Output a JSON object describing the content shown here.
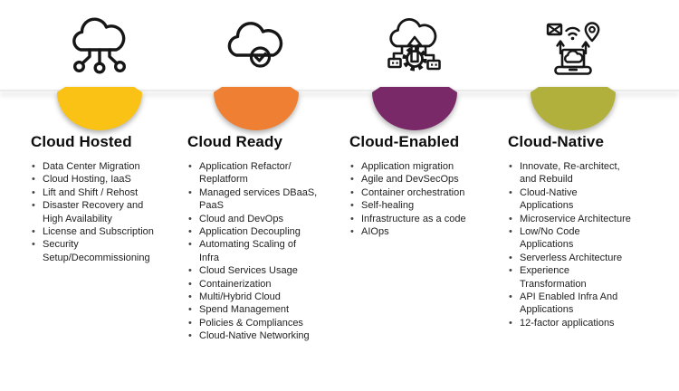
{
  "styles": {
    "background": "#ffffff",
    "shelf_line_color": "#ebebeb",
    "icon_stroke_color": "#161616",
    "title_color": "#0d0d0d",
    "body_text_color": "#222222"
  },
  "columns": [
    {
      "id": "cloud-hosted",
      "title": "Cloud Hosted",
      "accent_color": "#F9C214",
      "icon": "cloud-network-icon",
      "items": [
        "Data Center Migration",
        "Cloud Hosting, IaaS",
        "Lift and Shift / Rehost",
        "Disaster Recovery and\nHigh Availability",
        "License and Subscription",
        "Security\nSetup/Decommissioning"
      ]
    },
    {
      "id": "cloud-ready",
      "title": "Cloud Ready",
      "accent_color": "#EF7F33",
      "icon": "cloud-check-icon",
      "items": [
        "Application Refactor/\nReplatform",
        "Managed services DBaaS,\nPaaS",
        "Cloud and DevOps",
        "Application Decoupling",
        "Automating Scaling of\nInfra",
        "Cloud Services Usage",
        "Containerization",
        "Multi/Hybrid Cloud",
        "Spend Management",
        "Policies & Compliances",
        "Cloud-Native Networking"
      ]
    },
    {
      "id": "cloud-enabled",
      "title": "Cloud-Enabled",
      "accent_color": "#7A2968",
      "icon": "cloud-gear-upload-icon",
      "items": [
        "Application migration",
        "Agile and DevSecOps",
        "Container orchestration",
        "Self-healing",
        "Infrastructure as a code",
        "AIOps"
      ]
    },
    {
      "id": "cloud-native",
      "title": "Cloud-Native",
      "accent_color": "#B1B03C",
      "icon": "laptop-cloud-connectivity-icon",
      "items": [
        "Innovate, Re-architect,\nand Rebuild",
        "Cloud-Native\nApplications",
        "Microservice Architecture",
        "Low/No Code\nApplications",
        "Serverless Architecture",
        "Experience\nTransformation",
        "API Enabled Infra And\nApplications",
        "12-factor applications"
      ]
    }
  ]
}
